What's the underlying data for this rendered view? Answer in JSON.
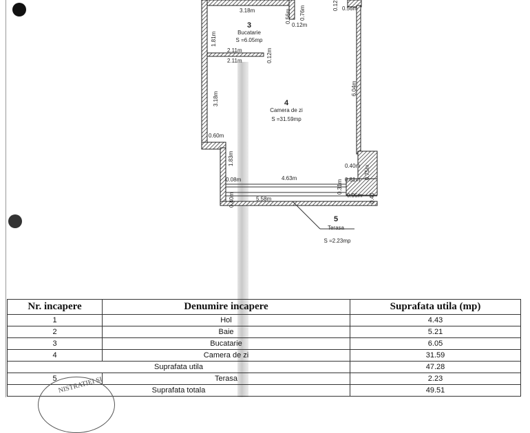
{
  "plan": {
    "rooms": [
      {
        "number": "3",
        "name": "Bucatarie",
        "area": "S =6.05mp"
      },
      {
        "number": "4",
        "name": "Camera de zi",
        "area": "S =31.59mp"
      },
      {
        "number": "5",
        "name": "Terasa",
        "area": "S =2.23mp"
      }
    ],
    "dimensions": {
      "d318_top": "3.18m",
      "d056": "0.56m",
      "d076": "0.76m",
      "d012a": "0.12m",
      "d012b": "0.12",
      "d056b": "0.56m",
      "d181": "1.81m",
      "d211a": "2.11m",
      "d211b": "2.11m",
      "d012c": "0.12m",
      "d318": "3.18m",
      "d604": "6.04m",
      "d060": "0.60m",
      "d183": "1.83m",
      "d040": "0.40m",
      "d008": "0.08m",
      "d463": "4.63m",
      "d031": "0.31m",
      "d081": "0.81m",
      "d075": "0.75m",
      "d040b": "0.40m",
      "d558": "5.58m",
      "d095": "0.95m",
      "d040c": "0.40"
    }
  },
  "table": {
    "headers": [
      "Nr. incapere",
      "Denumire incapere",
      "Suprafata utila (mp)"
    ],
    "rows": [
      {
        "nr": "1",
        "name": "Hol",
        "area": "4.43"
      },
      {
        "nr": "2",
        "name": "Baie",
        "area": "5.21"
      },
      {
        "nr": "3",
        "name": "Bucatarie",
        "area": "6.05"
      },
      {
        "nr": "4",
        "name": "Camera de zi",
        "area": "31.59"
      }
    ],
    "subtotal": {
      "label": "Suprafata utila",
      "value": "47.28"
    },
    "terrace": {
      "nr": "5",
      "name": "Terasa",
      "area": "2.23"
    },
    "total": {
      "label": "Suprafata totala",
      "value": "49.51"
    }
  },
  "stamp_text": "NISTRATIEI SI"
}
